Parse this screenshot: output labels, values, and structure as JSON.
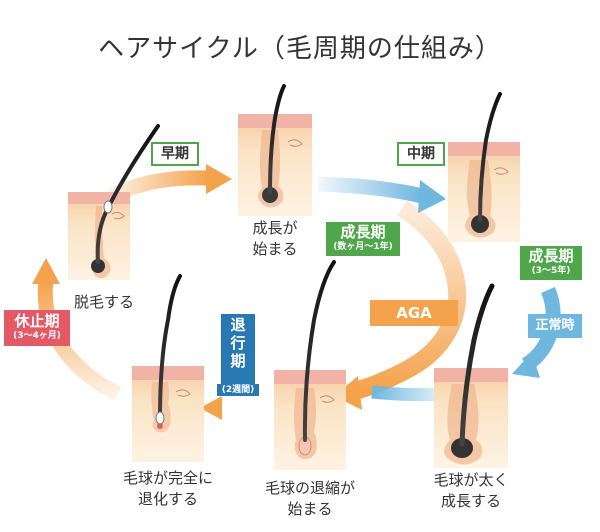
{
  "title": "ヘアサイクル（毛周期の仕組み）",
  "colors": {
    "orange": "#F4A24C",
    "blue": "#6FB7DF",
    "green": "#4FA64B",
    "red": "#E35965",
    "navy": "#2878B4",
    "skin": "#FBE3C4",
    "skin_top": "#F1B3A6",
    "hair": "#222222"
  },
  "stages": {
    "early": {
      "label": "早期",
      "caption": [
        "成長が",
        "始まる"
      ]
    },
    "mid": {
      "label": "中期"
    },
    "shedding": {
      "caption": [
        "脱毛する"
      ]
    },
    "anagen_main": {
      "label": "成長期",
      "sub": "(数ヶ月〜1年)"
    },
    "anagen_normal": {
      "label": "成長期",
      "sub": "(3〜5年)"
    },
    "telogen": {
      "label": "休止期",
      "sub": "(3〜4ヶ月)"
    },
    "catagen": {
      "label_line1": "退",
      "label_line2": "行",
      "label_line3": "期",
      "sub": "(2週間)"
    },
    "bulb_thick": {
      "caption": [
        "毛球が太く",
        "成長する"
      ]
    },
    "bulb_shrink": {
      "caption": [
        "毛球の退縮が",
        "始まる"
      ]
    },
    "bulb_full": {
      "caption": [
        "毛球が完全に",
        "退化する"
      ]
    }
  },
  "paths": {
    "aga": "AGA",
    "normal": "正常時"
  }
}
